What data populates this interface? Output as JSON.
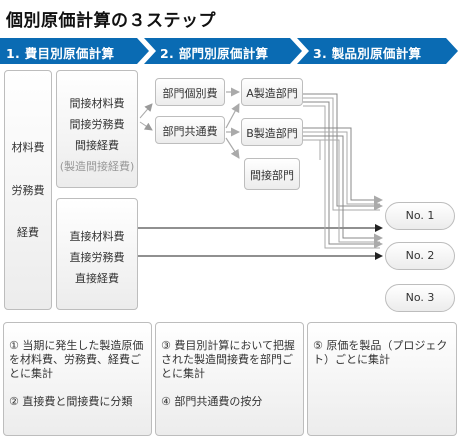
{
  "title": "個別原価計算の３ステップ",
  "steps": [
    {
      "label": "1. 費目別原価計算"
    },
    {
      "label": "2. 部門別原価計算"
    },
    {
      "label": "3. 製品別原価計算"
    }
  ],
  "cost_items": [
    "材料費",
    "労務費",
    "経費"
  ],
  "indirect": {
    "lines": [
      "間接材料費",
      "間接労務費",
      "間接経費"
    ],
    "note": "(製造間接経費)"
  },
  "direct": {
    "lines": [
      "直接材料費",
      "直接労務費",
      "直接経費"
    ]
  },
  "departments": {
    "individual": "部門個別費",
    "common": "部門共通費",
    "dept_a": "A製造部門",
    "dept_b": "B製造部門",
    "indirect_dept": "間接部門"
  },
  "products": [
    "No. 1",
    "No. 2",
    "No. 3"
  ],
  "notes": {
    "col1_line1": "① 当期に発生した製造原価を材料費、労務費、経費ごとに集計",
    "col1_line2": "② 直接費と間接費に分類",
    "col2_line1": "③ 費目別計算において把握された製造間接費を部門ごとに集計",
    "col2_line2": "④ 部門共通費の按分",
    "col3_line1": "⑤ 原価を製品（プロジェクト）ごとに集計"
  },
  "colors": {
    "banner": "#0a6bb3",
    "banner_dark": "#05528c",
    "line": "#222222",
    "box_border": "#bdbdbd"
  }
}
